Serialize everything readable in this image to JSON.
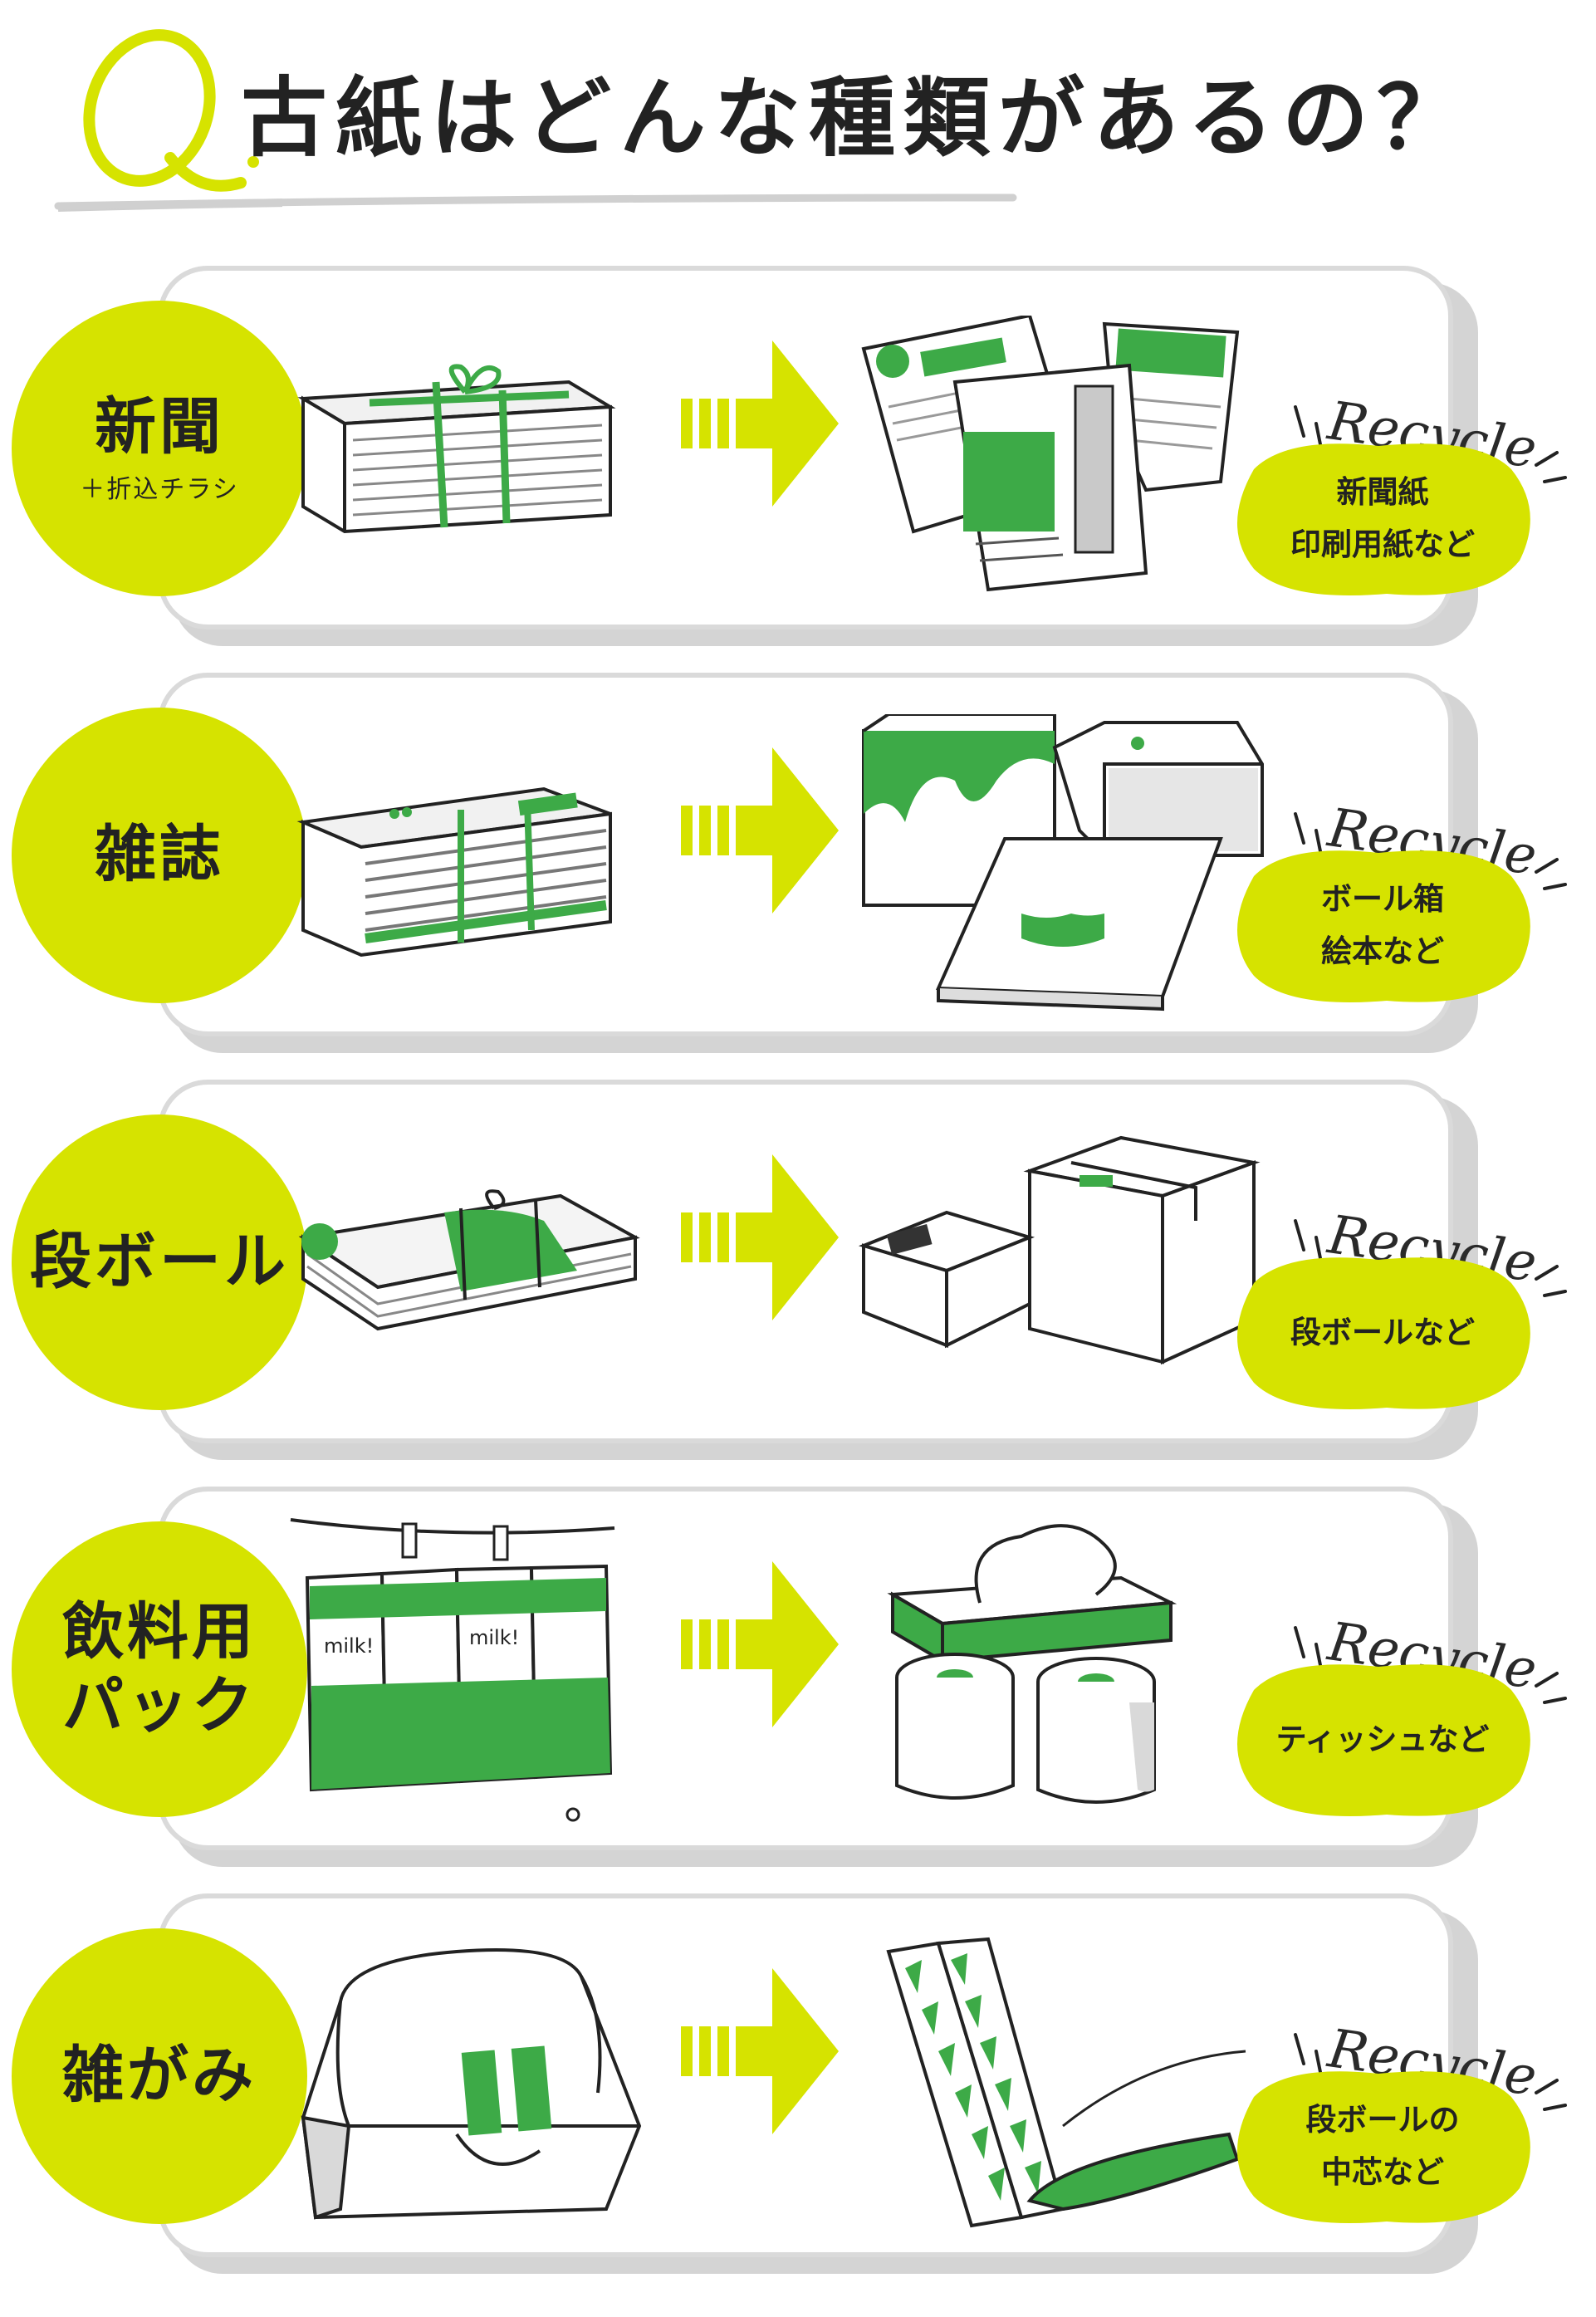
{
  "header": {
    "q_mark": "Q.",
    "title": "古紙はどんな種類があるの？"
  },
  "colors": {
    "accent_lime": "#d6e300",
    "accent_green": "#3daa47",
    "card_border": "#dadada",
    "ink": "#222222"
  },
  "rows": [
    {
      "category": "新聞",
      "category_sub": "＋折込チラシ",
      "recycle": "Recycle",
      "result_line1": "新聞紙",
      "result_line2": "印刷用紙など",
      "source_icon": "newspaper-bundle-icon",
      "result_icon": "newspapers-icon"
    },
    {
      "category": "雑誌",
      "recycle": "Recycle",
      "result_line1": "ボール箱",
      "result_line2": "絵本など",
      "source_icon": "magazine-bundle-icon",
      "result_icon": "paper-boxes-icon"
    },
    {
      "category": "段ボール",
      "recycle": "Recycle",
      "result_line1": "段ボールなど",
      "source_icon": "flattened-cardboard-icon",
      "result_icon": "cardboard-boxes-icon"
    },
    {
      "category": "飲料用\nパック",
      "recycle": "Recycle",
      "result_line1": "ティッシュなど",
      "source_icon": "milk-cartons-icon",
      "result_icon": "tissue-and-toilet-paper-icon"
    },
    {
      "category": "雑がみ",
      "recycle": "Recycle",
      "result_line1": "段ボールの",
      "result_line2": "中芯など",
      "source_icon": "paper-bag-icon",
      "result_icon": "corrugated-core-icon"
    }
  ],
  "arrow_icon": "right-arrow-icon"
}
